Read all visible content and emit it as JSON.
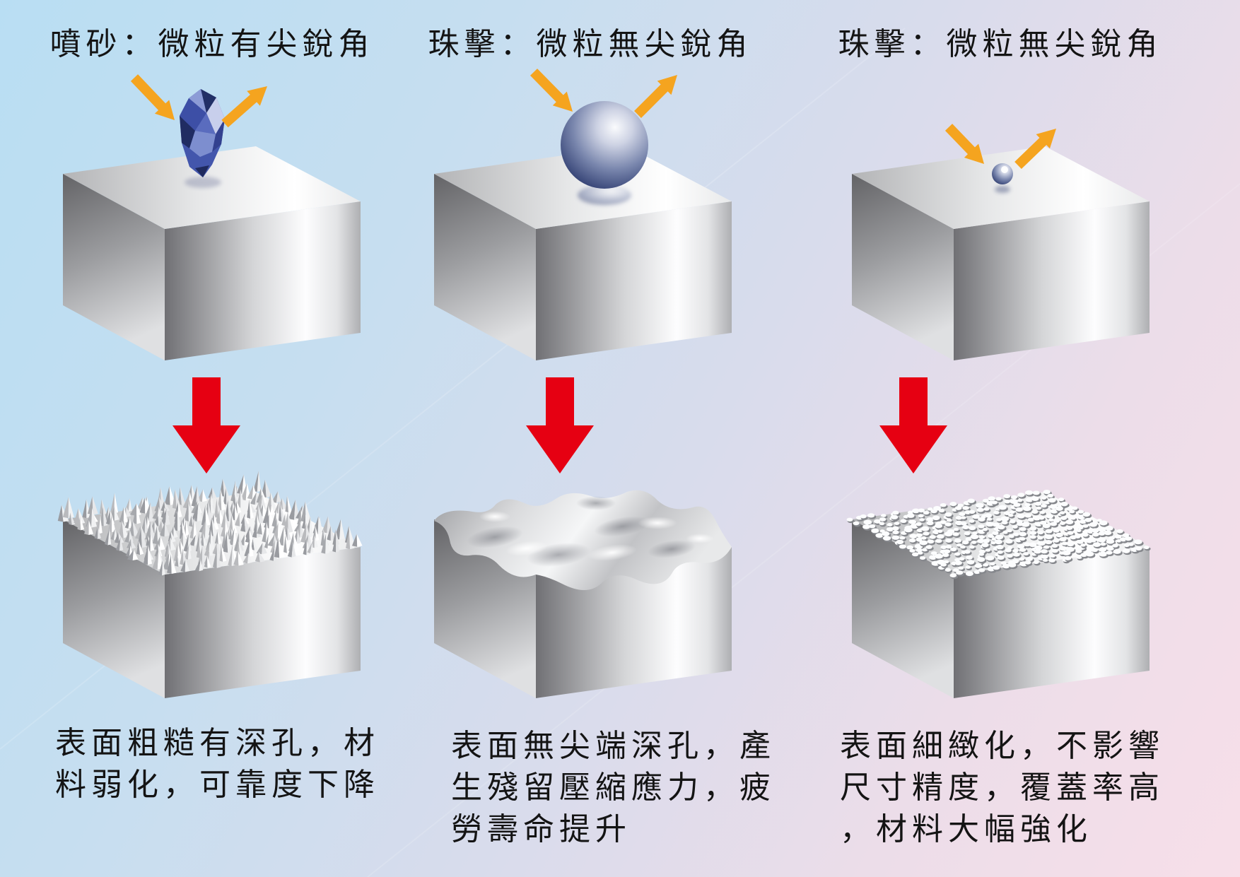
{
  "page": {
    "background_top_left": "#B9DEF3",
    "background_bottom_right": "#F7DFE9"
  },
  "columns": [
    {
      "title": "噴砂：微粒有尖銳角",
      "particle_icon": "angular-abrasive-grit",
      "surface_icon": "jagged-spiky-surface",
      "caption_lines": [
        "表面粗糙有深孔，材",
        "料弱化，可靠度下降"
      ]
    },
    {
      "title": "珠擊：微粒無尖銳角",
      "particle_icon": "large-round-shot-ball",
      "surface_icon": "wavy-dented-surface",
      "caption_lines": [
        "表面無尖端深孔，產",
        "生殘留壓縮應力，疲",
        "勞壽命提升"
      ]
    },
    {
      "title": "珠擊：微粒無尖銳角",
      "particle_icon": "small-round-shot-ball",
      "surface_icon": "fine-dimpled-surface",
      "caption_lines": [
        "表面細緻化，不影響",
        "尺寸精度，覆蓋率高",
        "，材料大幅強化"
      ]
    }
  ],
  "colors": {
    "impact_arrow_orange": "#F5A41F",
    "process_arrow_red": "#E60012",
    "shot_ball_dark_blue": "#27356A",
    "grit_blue": "#4356AC",
    "metal_highlight": "#FFFFFF",
    "metal_shadow": "#707074",
    "text": "#141414"
  }
}
